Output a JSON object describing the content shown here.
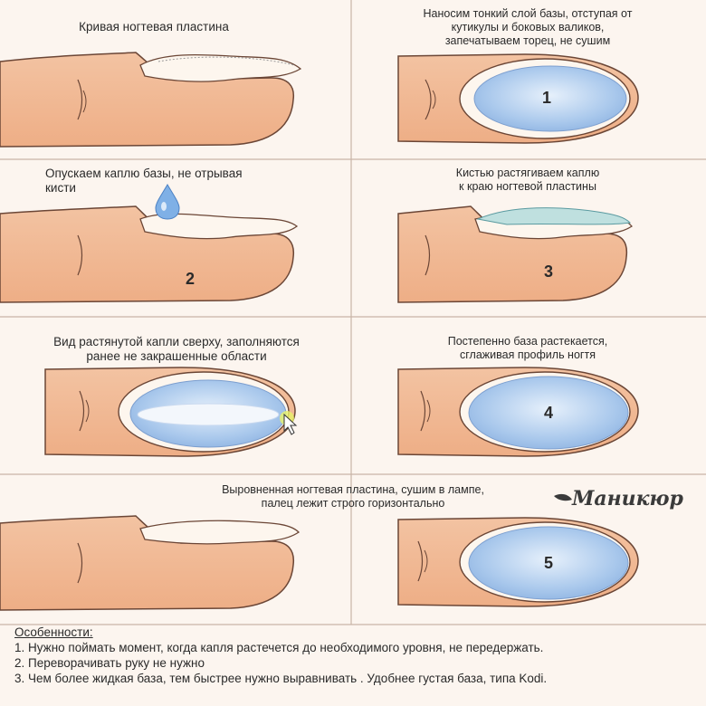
{
  "panels": [
    {
      "id": "p1",
      "caption": "Кривая ногтевая пластина",
      "step": ""
    },
    {
      "id": "p2",
      "caption": "Наносим тонкий слой базы, отступая от кутикулы и боковых валиков, запечатываем торец, не сушим",
      "step": "1"
    },
    {
      "id": "p3",
      "caption": "Опускаем каплю базы, не отрывая кисти",
      "step": "2"
    },
    {
      "id": "p4",
      "caption": "Кистью растягиваем каплю к краю ногтевой пластины",
      "step": "3"
    },
    {
      "id": "p5",
      "caption": "Вид растянутой капли сверху, заполняются ранее не закрашенные области",
      "step": ""
    },
    {
      "id": "p6",
      "caption": "Постепенно база растекается, сглаживая профиль ногтя",
      "step": "4"
    },
    {
      "id": "p7",
      "caption": "Выровненная ногтевая пластина, сушим в лампе, палец лежит строго горизонтально",
      "step": ""
    },
    {
      "id": "p8",
      "caption": "",
      "step": "5"
    }
  ],
  "caption_lines": {
    "p1": [
      "Кривая ногтевая пластина"
    ],
    "p2": [
      "Наносим тонкий слой базы, отступая от",
      "кутикулы и боковых валиков,",
      "запечатываем торец, не сушим"
    ],
    "p3": [
      "Опускаем каплю базы, не отрывая",
      "кисти"
    ],
    "p4": [
      "Кистью растягиваем каплю",
      "к краю ногтевой пластины"
    ],
    "p5": [
      "Вид растянутой капли сверху, заполняются",
      "ранее не закрашенные области"
    ],
    "p6": [
      "Постепенно база растекается,",
      "сглаживая профиль ногтя"
    ],
    "p7": [
      "Выровненная ногтевая пластина, сушим в лампе,",
      "палец лежит строго горизонтально"
    ]
  },
  "logo": "Маникюр",
  "notes": {
    "heading": "Особенности:",
    "items": [
      "1. Нужно поймать момент, когда капля растечется до необходимого уровня, не передержать.",
      "2. Переворачивать руку не нужно",
      "3. Чем более жидкая база, тем быстрее нужно выравнивать . Удобнее густая база, типа Kodi."
    ]
  },
  "colors": {
    "skin": "#f0b792",
    "skin_outline": "#6b4636",
    "nail_base": "#a9c8ec",
    "nail_edge": "#fdf6ee",
    "background": "#fcf5ef",
    "divider": "#c9b4a6"
  }
}
